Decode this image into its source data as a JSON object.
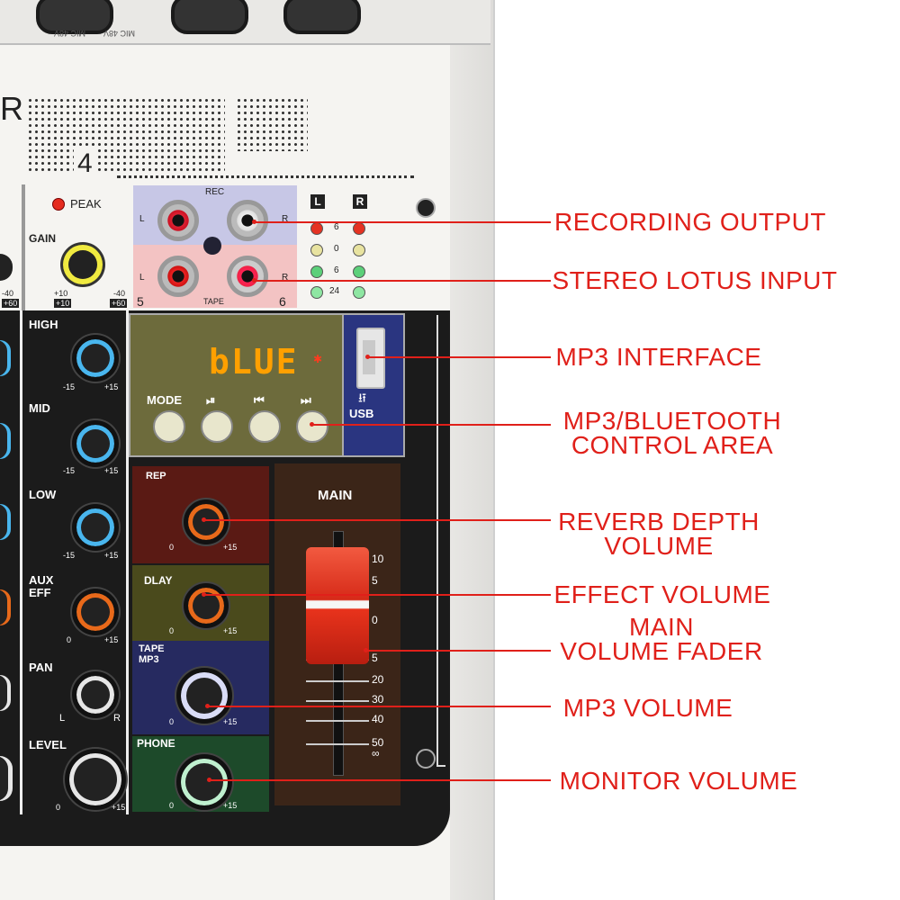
{
  "mixer": {
    "top_labels": [
      "MIC 48V",
      "MIC 48V"
    ],
    "brand_letter": "R",
    "model_number": "4",
    "peak_label": "PEAK",
    "gain_label": "GAIN",
    "gain_scale_left": "+10",
    "gain_scale_right": "-40",
    "gain_badge_left": "+10",
    "gain_badge_right": "+60",
    "rec_label": "REC",
    "tape_label": "TAPE",
    "channel_left": "5",
    "channel_right": "6",
    "jack_L": "L",
    "jack_R": "R",
    "meter": {
      "left": "L",
      "right": "R",
      "levels": [
        "6",
        "0",
        "6",
        "24"
      ]
    },
    "eq": {
      "high": "HIGH",
      "mid": "MID",
      "low": "LOW",
      "aux_eff": "AUX\nEFF",
      "pan": "PAN",
      "level": "LEVEL",
      "scale_min": "-15",
      "scale_max": "+15",
      "pan_left": "L",
      "pan_right": "R",
      "level_min": "0",
      "level_max": "+15"
    },
    "mp3": {
      "display": "bLUE",
      "mode_label": "MODE",
      "play_label": "⏯",
      "prev_label": "⏮",
      "next_label": "⏭",
      "usb_label": "USB"
    },
    "fx": {
      "rep": "REP",
      "dlay": "DLAY",
      "tape_mp3": "TAPE\nMP3",
      "phone": "PHONE",
      "min": "0",
      "max": "+15"
    },
    "main": {
      "label": "MAIN",
      "scale": [
        "10",
        "5",
        "0",
        "5",
        "20",
        "30",
        "40",
        "50",
        "∞"
      ]
    }
  },
  "callouts": {
    "recording_output": "RECORDING OUTPUT",
    "stereo_lotus_input": "STEREO LOTUS INPUT",
    "mp3_interface": "MP3 INTERFACE",
    "mp3_bluetooth_control": "MP3/BLUETOOTH\nCONTROL AREA",
    "reverb_depth": "REVERB DEPTH\nVOLUME",
    "effect_volume": "EFFECT VOLUME",
    "main_volume_fader": "MAIN\nVOLUME FADER",
    "mp3_volume": "MP3 VOLUME",
    "monitor_volume": "MONITOR VOLUME"
  },
  "colors": {
    "callout": "#e0201a",
    "display": "#ffa000",
    "knob_blue": "#49b6ee",
    "knob_orange": "#e8691a"
  }
}
